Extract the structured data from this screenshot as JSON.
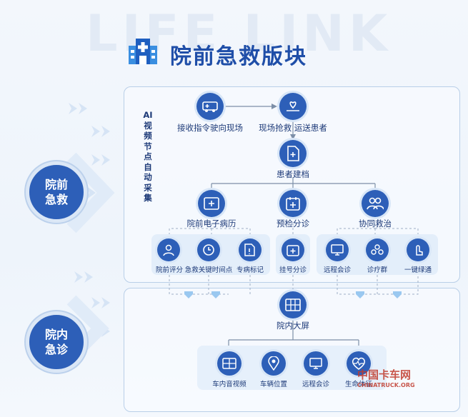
{
  "background_word": "LIFE LINK",
  "title": "院前急救版块",
  "side_labels": {
    "prehospital": "院前急救",
    "inhospital": "院内急诊"
  },
  "vertical_text": [
    "AI",
    "视",
    "频",
    "节",
    "点",
    "自",
    "动",
    "采",
    "集"
  ],
  "nodes": {
    "receive": "接收指令驶向现场",
    "rescue": "现场抢救 运送患者",
    "records": "患者建档",
    "emr": "院前电子病历",
    "triage": "预检分诊",
    "collab": "协同救治",
    "screen": "院内大屏"
  },
  "sub_items": {
    "assess": "院前评分",
    "keytime": "急救关键时间点",
    "special": "专病标记",
    "register": "挂号分诊",
    "consult": "远程会诊",
    "diag_group": "诊疗群",
    "green": "一键绿通"
  },
  "bottom_items": {
    "av": "车内音视频",
    "location": "车辆位置",
    "consult": "远程会诊",
    "vitals": "生命体征"
  },
  "watermark": {
    "cn": "中国卡车网",
    "en": "CHINATRUCK.ORG"
  },
  "colors": {
    "primary": "#2d5fb8",
    "text": "#1d3a78",
    "panel_border": "#b9cfe8"
  }
}
